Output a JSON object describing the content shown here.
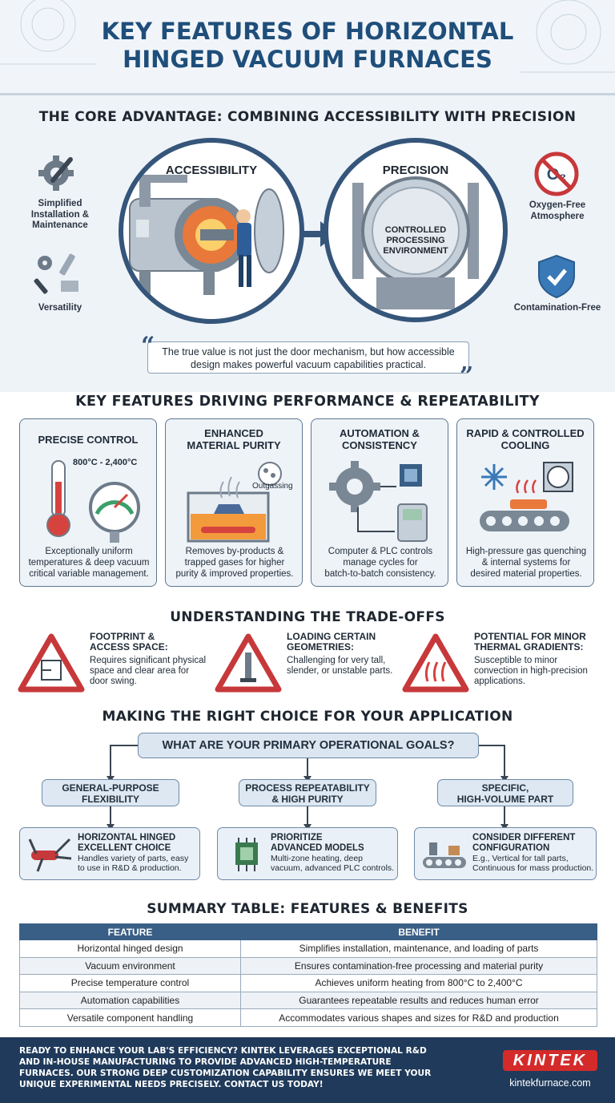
{
  "title_line1": "KEY FEATURES OF HORIZONTAL",
  "title_line2": "HINGED VACUUM FURNACES",
  "core": {
    "heading": "THE CORE ADVANTAGE: COMBINING ACCESSIBILITY WITH PRECISION",
    "accessibility": "ACCESSIBILITY",
    "precision": "PRECISION",
    "chamber_line1": "CONTROLLED",
    "chamber_line2": "PROCESSING",
    "chamber_line3": "ENVIRONMENT",
    "left_items": [
      "Simplified",
      "Installation &",
      "Maintenance",
      "Versatility"
    ],
    "right_items": [
      "Oxygen-Free",
      "Atmosphere",
      "Contamination-Free"
    ],
    "quote_line1": "The true value is not just the door mechanism, but how accessible",
    "quote_line2": "design makes powerful vacuum capabilities practical."
  },
  "features": {
    "heading": "KEY FEATURES DRIVING PERFORMANCE & REPEATABILITY",
    "cards": [
      {
        "t1": "PRECISE CONTROL",
        "t2": "",
        "range": "800°C - 2,400°C",
        "d1": "Exceptionally uniform",
        "d2": "temperatures & deep vacuum",
        "d3": "critical variable management."
      },
      {
        "t1": "ENHANCED",
        "t2": "MATERIAL PURITY",
        "range": "Outgassing",
        "d1": "Removes by-products &",
        "d2": "trapped gases for higher",
        "d3": "purity & improved properties."
      },
      {
        "t1": "AUTOMATION &",
        "t2": "CONSISTENCY",
        "range": "",
        "d1": "Computer & PLC controls",
        "d2": "manage cycles for",
        "d3": "batch-to-batch consistency."
      },
      {
        "t1": "RAPID & CONTROLLED",
        "t2": "COOLING",
        "range": "",
        "d1": "High-pressure gas quenching",
        "d2": "& internal systems for",
        "d3": "desired material properties."
      }
    ]
  },
  "tradeoffs": {
    "heading": "UNDERSTANDING THE TRADE-OFFS",
    "items": [
      {
        "h1": "FOOTPRINT &",
        "h2": "ACCESS SPACE:",
        "d1": "Requires significant physical",
        "d2": "space and clear area for",
        "d3": "door swing."
      },
      {
        "h1": "LOADING CERTAIN",
        "h2": "GEOMETRIES:",
        "d1": "Challenging for very tall,",
        "d2": "slender, or unstable parts.",
        "d3": ""
      },
      {
        "h1": "POTENTIAL FOR MINOR",
        "h2": "THERMAL GRADIENTS:",
        "d1": "Susceptible to minor",
        "d2": "convection in high-precision",
        "d3": "applications."
      }
    ]
  },
  "choice": {
    "heading": "MAKING THE RIGHT CHOICE FOR YOUR APPLICATION",
    "question": "WHAT ARE YOUR PRIMARY OPERATIONAL GOALS?",
    "goals": [
      [
        "GENERAL-PURPOSE",
        "FLEXIBILITY"
      ],
      [
        "PROCESS REPEATABILITY",
        "& HIGH PURITY"
      ],
      [
        "SPECIFIC,",
        "HIGH-VOLUME PART"
      ]
    ],
    "results": [
      {
        "h1": "HORIZONTAL HINGED",
        "h2": "EXCELLENT CHOICE",
        "d1": "Handles variety of parts, easy",
        "d2": "to use in R&D & production."
      },
      {
        "h1": "PRIORITIZE",
        "h2": "ADVANCED MODELS",
        "d1": "Multi-zone heating, deep",
        "d2": "vacuum, advanced PLC controls."
      },
      {
        "h1": "CONSIDER DIFFERENT",
        "h2": "CONFIGURATION",
        "d1": "E.g., Vertical for tall parts,",
        "d2": "Continuous for mass production."
      }
    ]
  },
  "table": {
    "heading": "SUMMARY TABLE: FEATURES & BENEFITS",
    "col1": "FEATURE",
    "col2": "BENEFIT",
    "rows": [
      [
        "Horizontal hinged design",
        "Simplifies installation, maintenance, and loading of parts"
      ],
      [
        "Vacuum environment",
        "Ensures contamination-free processing and material purity"
      ],
      [
        "Precise temperature control",
        "Achieves uniform heating from 800°C to 2,400°C"
      ],
      [
        "Automation capabilities",
        "Guarantees repeatable results and reduces human error"
      ],
      [
        "Versatile component handling",
        "Accommodates various shapes and sizes for R&D and production"
      ]
    ]
  },
  "footer": {
    "l1": "READY TO ENHANCE YOUR LAB'S EFFICIENCY? KINTEK LEVERAGES EXCEPTIONAL R&D",
    "l2": "AND IN-HOUSE MANUFACTURING TO PROVIDE ADVANCED HIGH-TEMPERATURE",
    "l3": "FURNACES. OUR STRONG DEEP CUSTOMIZATION CAPABILITY ENSURES WE MEET YOUR",
    "l4": "UNIQUE EXPERIMENTAL NEEDS PRECISELY. CONTACT US TODAY!",
    "logo": "KINTEK",
    "url": "kintekfurnace.com"
  }
}
